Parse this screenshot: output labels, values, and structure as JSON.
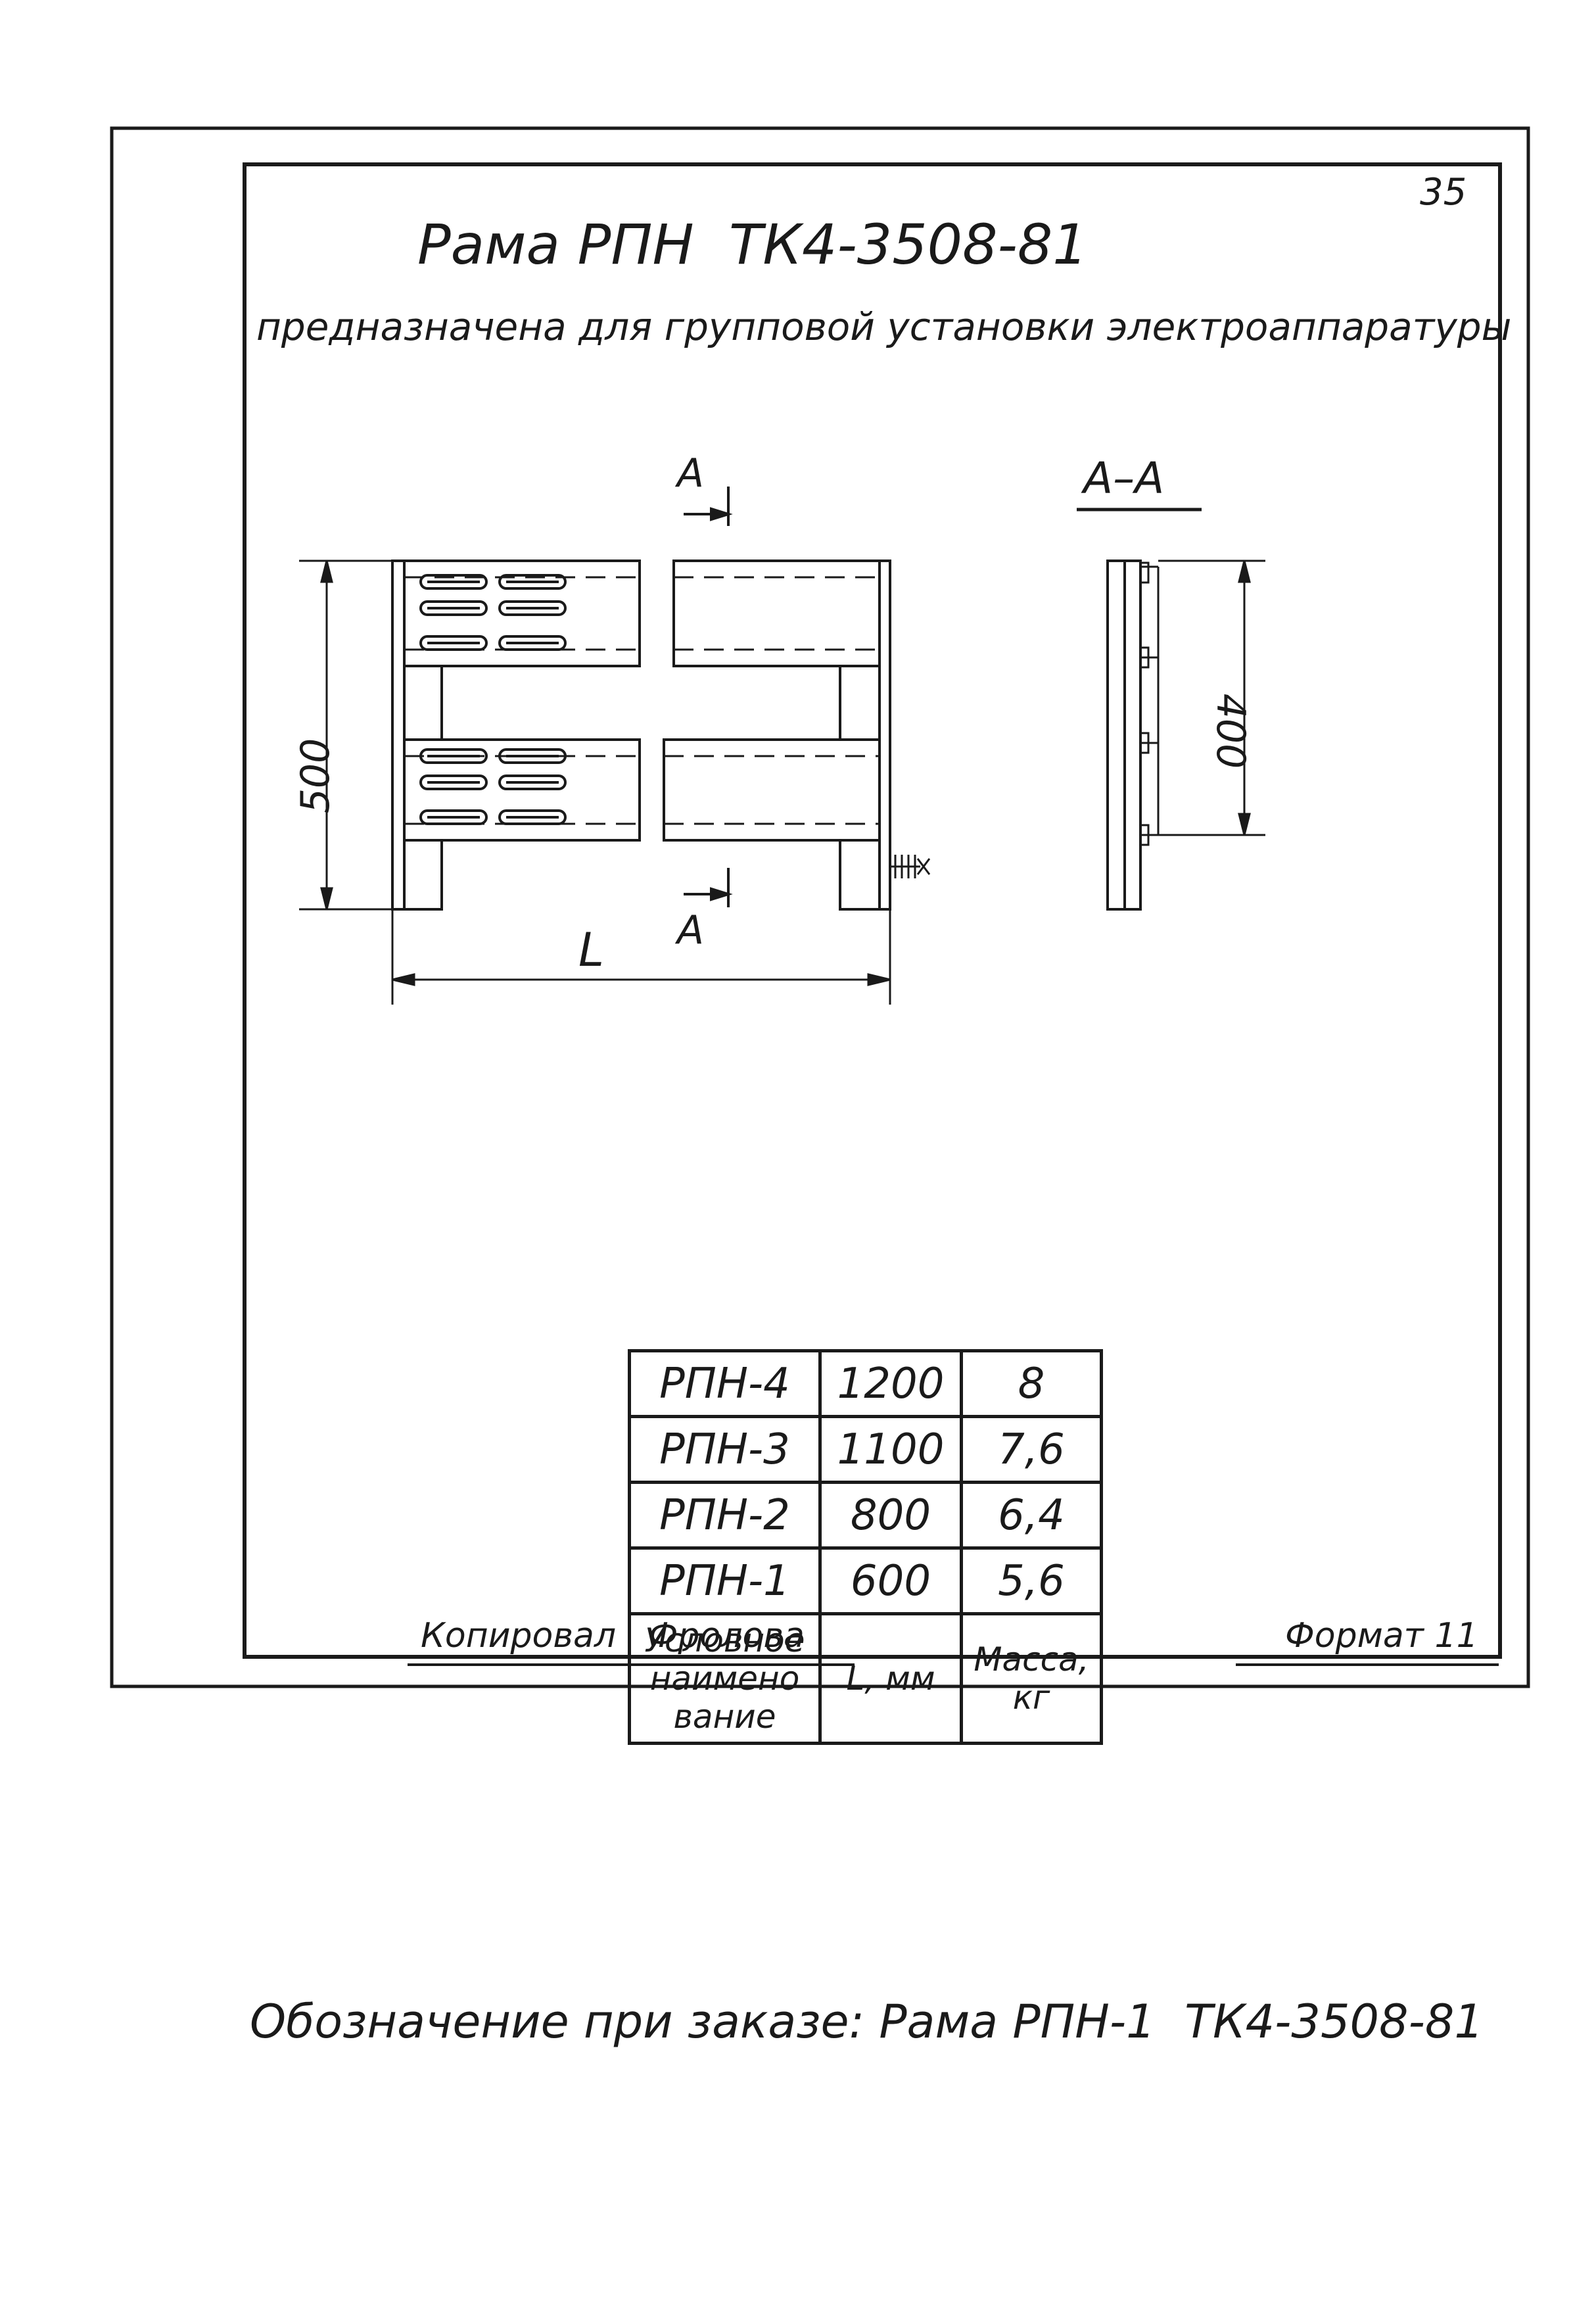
{
  "page_number": "35",
  "title": "Рама РПН  ТК4-3508-81",
  "subtitle": "предназначена для групповой установки электроаппаратуры",
  "drawing": {
    "section_mark": "А",
    "section_label": "А–А",
    "dim_height_front": "500",
    "dim_height_section": "400",
    "dim_length": "L"
  },
  "table": {
    "rows": [
      {
        "name": "РПН-4",
        "length": "1200",
        "mass": "8"
      },
      {
        "name": "РПН-3",
        "length": "1100",
        "mass": "7,6"
      },
      {
        "name": "РПН-2",
        "length": "800",
        "mass": "6,4"
      },
      {
        "name": "РПН-1",
        "length": "600",
        "mass": "5,6"
      }
    ],
    "header": {
      "name_line1": "Условное",
      "name_line2": "наимено",
      "name_line3": "вание",
      "length": "L, мм",
      "mass_line1": "Масса,",
      "mass_line2": "кг"
    }
  },
  "order_note": "Обозначение при заказе: Рама РПН-1  ТК4-3508-81",
  "footer": {
    "copied_by": "Копировал   Фролова",
    "format": "Формат 11"
  }
}
